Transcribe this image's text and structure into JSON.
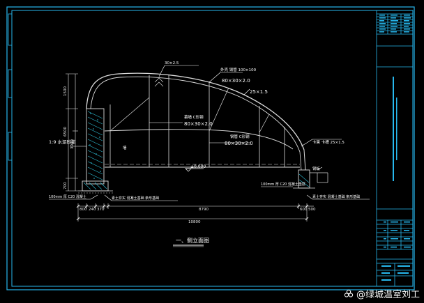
{
  "title_block": {
    "title": "一、侧立面图"
  },
  "labels": {
    "top_profile": "外壳 钢管 100×100",
    "top_section": "80×30×2.0",
    "top_gauge": "25×1.5",
    "left_note": "30×2.5",
    "mid_profile": "幕墙 C形钢",
    "mid_section": "80×30×2.0",
    "center_profile": "钢管 C形钢",
    "center_section": "80×30×2.0",
    "right_note": "卡簧 卡槽 25×1.5",
    "elevation": "±0.000",
    "wall_left": "1:9 水泥砂浆",
    "wall_mark": "墙",
    "base_note": "100mm 厚 C20 混凝土",
    "base_detail": "素土夯实 混凝土基础 条形基础",
    "base_note_right": "100mm 厚 C20 混凝土垫层",
    "base_detail_right": "素土夯实 混凝土基础 条形基础",
    "right_detail": "钢板"
  },
  "dims": {
    "d1500": "1500",
    "d6500": "6500",
    "d3000": "3000",
    "d700": "700",
    "d800": "800",
    "d240": "240",
    "d370": "370",
    "d8790": "8790",
    "d600": "600",
    "d10800": "10800",
    "d500": "500"
  },
  "watermark": {
    "text": "@绿城温室刘工"
  },
  "colors": {
    "frame": "#27b8ee",
    "dim": "#e9e9e9",
    "label": "#ffffff",
    "structure": "#dcdcdc",
    "cyan_line": "#39d3ff",
    "hatch": "#2ec0d8",
    "blue": "#2f6cff"
  }
}
